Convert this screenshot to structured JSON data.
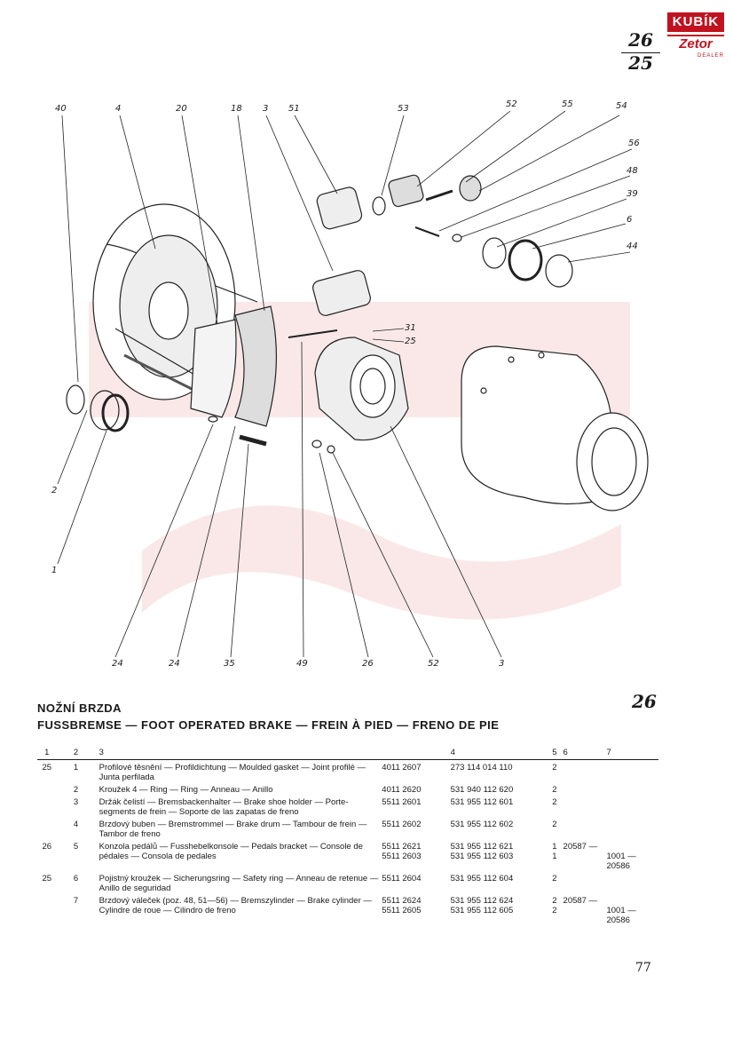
{
  "logo": {
    "brand": "KUBÍK",
    "sub_brand": "Zetor",
    "tag": "DEALER"
  },
  "page_ref": {
    "top": "26",
    "bottom": "25"
  },
  "diagram": {
    "callouts": {
      "c40": "40",
      "c4": "4",
      "c20": "20",
      "c18": "18",
      "c3a": "3",
      "c51": "51",
      "c53": "53",
      "c52a": "52",
      "c55": "55",
      "c54": "54",
      "c56": "56",
      "c48": "48",
      "c39": "39",
      "c6": "6",
      "c44": "44",
      "c31": "31",
      "c25": "25",
      "c2": "2",
      "c1": "1",
      "c24a": "24",
      "c24b": "24",
      "c35": "35",
      "c49": "49",
      "c26": "26",
      "c52b": "52",
      "c3b": "3"
    }
  },
  "section": {
    "title_cz": "NOŽNÍ BRZDA",
    "title_multi": "FUSSBREMSE — FOOT OPERATED BRAKE — FREIN À PIED — FRENO DE PIE",
    "number": "26"
  },
  "table": {
    "headers": [
      "1",
      "2",
      "3",
      "4",
      "5",
      "6",
      "7"
    ],
    "rows": [
      {
        "c1": "25",
        "c2": "1",
        "desc": "Profilové těsnění — Profildichtung — Moulded gasket — Joint profilé — Junta perfilada",
        "p1": "4011 2607",
        "p2": "273 114 014 110",
        "qty": "2",
        "serial_from": "",
        "serial_to": ""
      },
      {
        "c1": "",
        "c2": "2",
        "desc": "Kroužek 4 — Ring — Ring — Anneau — Anillo",
        "p1": "4011 2620",
        "p2": "531 940 112 620",
        "qty": "2",
        "serial_from": "",
        "serial_to": ""
      },
      {
        "c1": "",
        "c2": "3",
        "desc": "Držák čelistí — Bremsbackenhalter — Brake shoe holder — Porte-segments de frein — Soporte de las zapatas de freno",
        "p1": "5511 2601",
        "p2": "531 955 112 601",
        "qty": "2",
        "serial_from": "",
        "serial_to": ""
      },
      {
        "c1": "",
        "c2": "4",
        "desc": "Brzdový buben — Bremstrommel — Brake drum — Tambour de frein — Tambor de freno",
        "p1": "5511 2602",
        "p2": "531 955 112 602",
        "qty": "2",
        "serial_from": "",
        "serial_to": ""
      },
      {
        "c1": "26",
        "c2": "5",
        "desc": "Konzola pedálů — Fusshebelkonsole — Pedals bracket — Console de pédales — Consola de pedales",
        "p1": "5511 2621",
        "p1b": "5511 2603",
        "p2": "531 955 112 621",
        "p2b": "531 955 112 603",
        "qty": "1",
        "qty_b": "1",
        "serial_from": "20587 —",
        "serial_to": "1001 — 20586"
      },
      {
        "c1": "25",
        "c2": "6",
        "desc": "Pojistný kroužek — Sicherungsring — Safety ring — Anneau de retenue — Anillo de seguridad",
        "p1": "5511 2604",
        "p2": "531 955 112 604",
        "qty": "2",
        "serial_from": "",
        "serial_to": ""
      },
      {
        "c1": "",
        "c2": "7",
        "desc": "Brzdový váleček (poz. 48, 51—56) — Bremszylinder — Brake cylinder — Cylindre de roue — Cilindro de freno",
        "p1": "5511 2624",
        "p1b": "5511 2605",
        "p2": "531 955 112 624",
        "p2b": "531 955 112 605",
        "qty": "2",
        "qty_b": "2",
        "serial_from": "20587 —",
        "serial_to": "1001 — 20586"
      }
    ]
  },
  "footer": {
    "page_number": "77"
  }
}
